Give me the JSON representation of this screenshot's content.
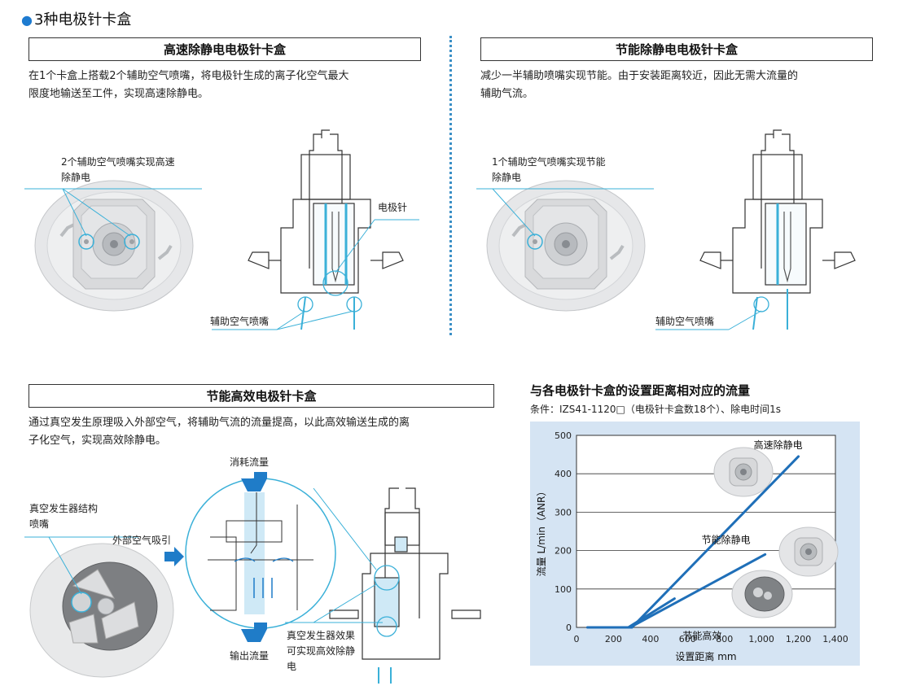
{
  "page": {
    "title": "3种电极针卡盒"
  },
  "sections": {
    "high_speed": {
      "heading": "高速除静电电极针卡盒",
      "description_line1": "在1个卡盒上搭载2个辅助空气喷嘴，将电极针生成的离子化空气最大",
      "description_line2": "限度地输送至工件，实现高速除静电。",
      "callout_line1": "2个辅助空气喷嘴实现高速",
      "callout_line2": "除静电",
      "electrode_label": "电极针",
      "nozzle_label": "辅助空气喷嘴"
    },
    "energy_saving": {
      "heading": "节能除静电电极针卡盒",
      "description_line1": "减少一半辅助喷嘴实现节能。由于安装距离较近，因此无需大流量的",
      "description_line2": "辅助气流。",
      "callout_line1": "1个辅助空气喷嘴实现节能",
      "callout_line2": "除静电",
      "nozzle_label": "辅助空气喷嘴"
    },
    "high_efficiency": {
      "heading": "节能高效电极针卡盒",
      "description_line1": "通过真空发生原理吸入外部空气，将辅助气流的流量提高，以此高效输送生成的离",
      "description_line2": "子化空气，实现高效除静电。",
      "vacuum_label_line1": "真空发生器结构",
      "vacuum_label_line2": "喷嘴",
      "external_air_label": "外部空气吸引",
      "consumption_label": "消耗流量",
      "output_label": "输出流量",
      "effect_line1": "真空发生器效果",
      "effect_line2": "可实现高效除静",
      "effect_line3": "电"
    }
  },
  "chart": {
    "title": "与各电极针卡盒的设置距离相对应的流量",
    "condition": "条件：IZS41-1120□（电极针卡盒数18个）、除电时间1s"
  },
  "chart_data": {
    "type": "line",
    "xlabel": "设置距离 mm",
    "ylabel": "流量 L/min（ANR）",
    "xlim": [
      0,
      1400
    ],
    "ylim": [
      0,
      500
    ],
    "x_ticks": [
      "0",
      "200",
      "400",
      "600",
      "800",
      "1,000",
      "1,200",
      "1,400"
    ],
    "y_ticks": [
      "0",
      "100",
      "200",
      "300",
      "400",
      "500"
    ],
    "grid": "horizontal",
    "series": [
      {
        "name": "高速除静电",
        "x": [
          60,
          300,
          1200
        ],
        "y": [
          0,
          0,
          445
        ]
      },
      {
        "name": "节能除静电",
        "x": [
          60,
          290,
          1020
        ],
        "y": [
          0,
          0,
          190
        ]
      },
      {
        "name": "节能高效",
        "x": [
          60,
          280,
          530
        ],
        "y": [
          0,
          0,
          75
        ]
      }
    ],
    "colors": {
      "line": "#1f6fb8",
      "panel": "#d5e4f3"
    }
  }
}
